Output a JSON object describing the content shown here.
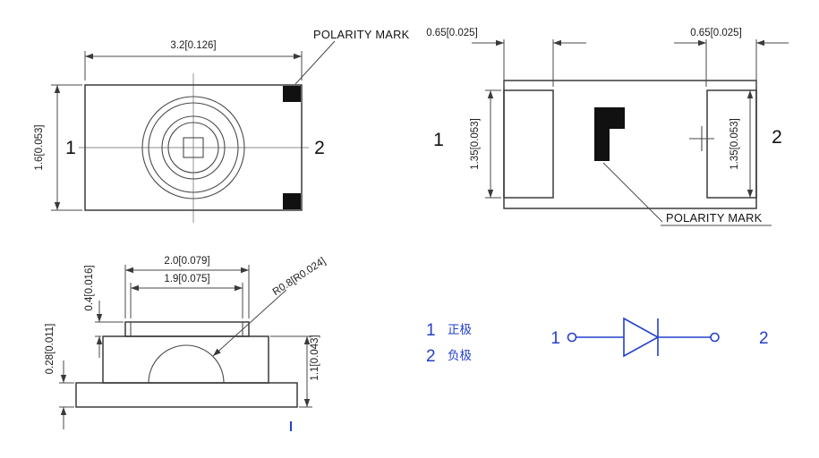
{
  "colors": {
    "line": "#3a3a3a",
    "mark": "#111111",
    "accent_blue": "#2440cc"
  },
  "top_view": {
    "width_dim": "3.2[0.126]",
    "height_dim": "1.6[0.053]",
    "polarity_label": "POLARITY MARK",
    "pin1": "1",
    "pin2": "2"
  },
  "bottom_view": {
    "pad_width_dim_left": "0.65[0.025]",
    "pad_width_dim_right": "0.65[0.025]",
    "pad_height_dim_left": "1.35[0.053]",
    "pad_height_dim_right": "1.35[0.053]",
    "polarity_label": "POLARITY MARK",
    "pin1": "1",
    "pin2": "2"
  },
  "side_view": {
    "cap_width_dim": "2.0[0.079]",
    "lens_width_dim": "1.9[0.075]",
    "cap_height_dim": "0.4[0.016]",
    "base_thickness_dim": "0.28[0.011]",
    "body_height_dim": "1.1[0.043]",
    "lens_radius_dim": "R0.8[R0.024]"
  },
  "pin_legend": {
    "pin1_num": "1",
    "pin1_label": "正极",
    "pin2_num": "2",
    "pin2_label": "负极"
  },
  "schematic": {
    "pin1": "1",
    "pin2": "2"
  }
}
